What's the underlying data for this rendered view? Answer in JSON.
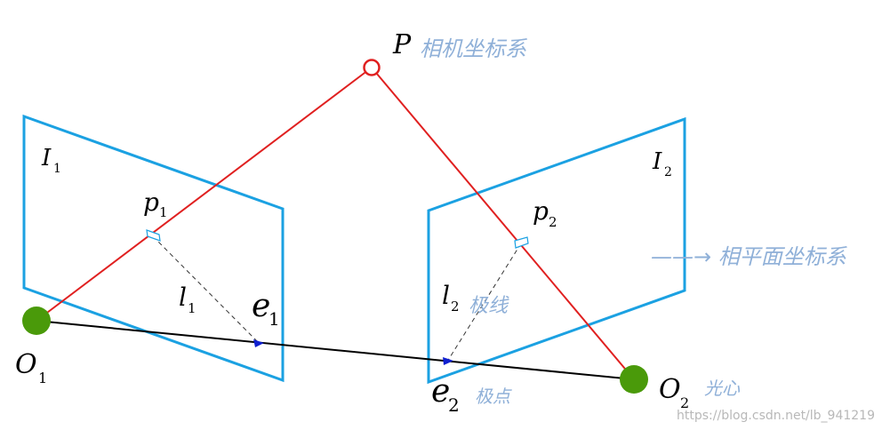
{
  "labels": {
    "P": "P",
    "I1": "I",
    "I1_sub": "1",
    "I2": "I",
    "I2_sub": "2",
    "p1": "p",
    "p1_sub": "1",
    "p2": "p",
    "p2_sub": "2",
    "l1": "l",
    "l1_sub": "1",
    "l2": "l",
    "l2_sub": "2",
    "e1": "e",
    "e1_sub": "1",
    "e2": "e",
    "e2_sub": "2",
    "O1": "O",
    "O1_sub": "1",
    "O2": "O",
    "O2_sub": "2"
  },
  "notes": {
    "point_note": "相机坐标系",
    "plane_note": "——→ 相平面坐标系",
    "epiline_note": "极线",
    "epipole_note": "极点",
    "center_note": "光心"
  },
  "watermark": "https://blog.csdn.net/lb_941219",
  "colors": {
    "plane": "#1ba1e2",
    "ray": "#e02020",
    "baseline": "#000000",
    "camera_center": "#4a9a0a",
    "epipole": "#1020d0",
    "note": "#8fb0d8"
  }
}
